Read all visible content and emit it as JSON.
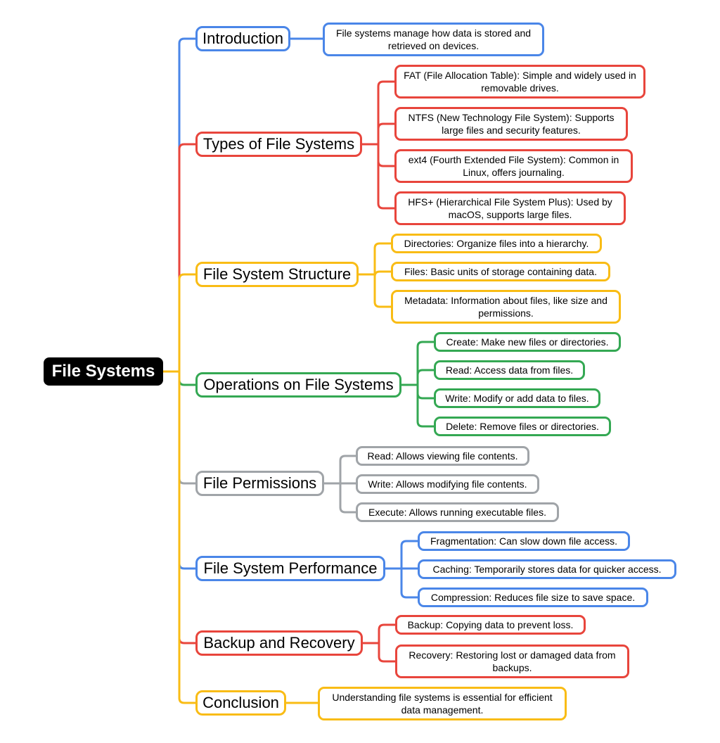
{
  "root": {
    "label": "File Systems"
  },
  "colors": {
    "blue": "#4a86e8",
    "red": "#e8453c",
    "yellow": "#f9bc15",
    "green": "#34a853",
    "gray": "#a0a4a8"
  },
  "branches": [
    {
      "id": "intro",
      "label": "Introduction",
      "color": "blue",
      "children": [
        "File systems manage how data is stored and retrieved on devices."
      ]
    },
    {
      "id": "types",
      "label": "Types of File Systems",
      "color": "red",
      "children": [
        "FAT (File Allocation Table): Simple and widely used in removable drives.",
        "NTFS (New Technology File System): Supports large files and security features.",
        "ext4 (Fourth Extended File System): Common in Linux, offers journaling.",
        "HFS+ (Hierarchical File System Plus): Used by macOS, supports large files."
      ]
    },
    {
      "id": "structure",
      "label": "File System Structure",
      "color": "yellow",
      "children": [
        "Directories: Organize files into a hierarchy.",
        "Files: Basic units of storage containing data.",
        "Metadata: Information about files, like size and permissions."
      ]
    },
    {
      "id": "operations",
      "label": "Operations on File Systems",
      "color": "green",
      "children": [
        "Create: Make new files or directories.",
        "Read: Access data from files.",
        "Write: Modify or add data to files.",
        "Delete: Remove files or directories."
      ]
    },
    {
      "id": "permissions",
      "label": "File Permissions",
      "color": "gray",
      "children": [
        "Read: Allows viewing file contents.",
        "Write: Allows modifying file contents.",
        "Execute: Allows running executable files."
      ]
    },
    {
      "id": "performance",
      "label": "File System Performance",
      "color": "blue",
      "children": [
        "Fragmentation: Can slow down file access.",
        "Caching: Temporarily stores data for quicker access.",
        "Compression: Reduces file size to save space."
      ]
    },
    {
      "id": "backup",
      "label": "Backup and Recovery",
      "color": "red",
      "children": [
        "Backup: Copying data to prevent loss.",
        "Recovery: Restoring lost or damaged data from backups."
      ]
    },
    {
      "id": "conclusion",
      "label": "Conclusion",
      "color": "yellow",
      "children": [
        "Understanding file systems is essential for efficient data management."
      ]
    }
  ]
}
